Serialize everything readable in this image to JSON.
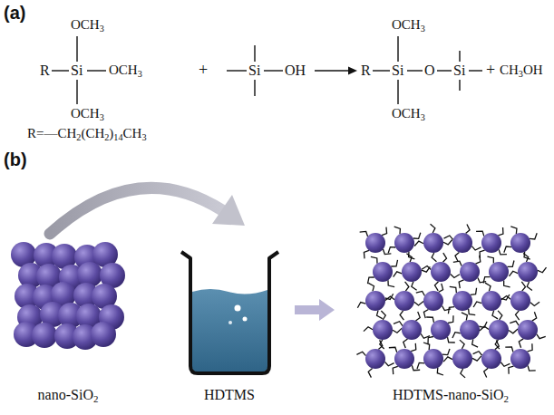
{
  "diagram": {
    "labels": [
      "(a)",
      "OCH3",
      "OCH3",
      "R",
      "Si",
      "OCH3",
      "+",
      "Si",
      "OH",
      "R",
      "Si",
      "O",
      "Si",
      "+",
      "CH3OH",
      "OCH3",
      "OCH3",
      "R=—CH2(CH2)14CH3",
      "(b)",
      "nano-SiO2",
      "HDTMS",
      "HDTMS-nano-SiO2"
    ]
  }
}
